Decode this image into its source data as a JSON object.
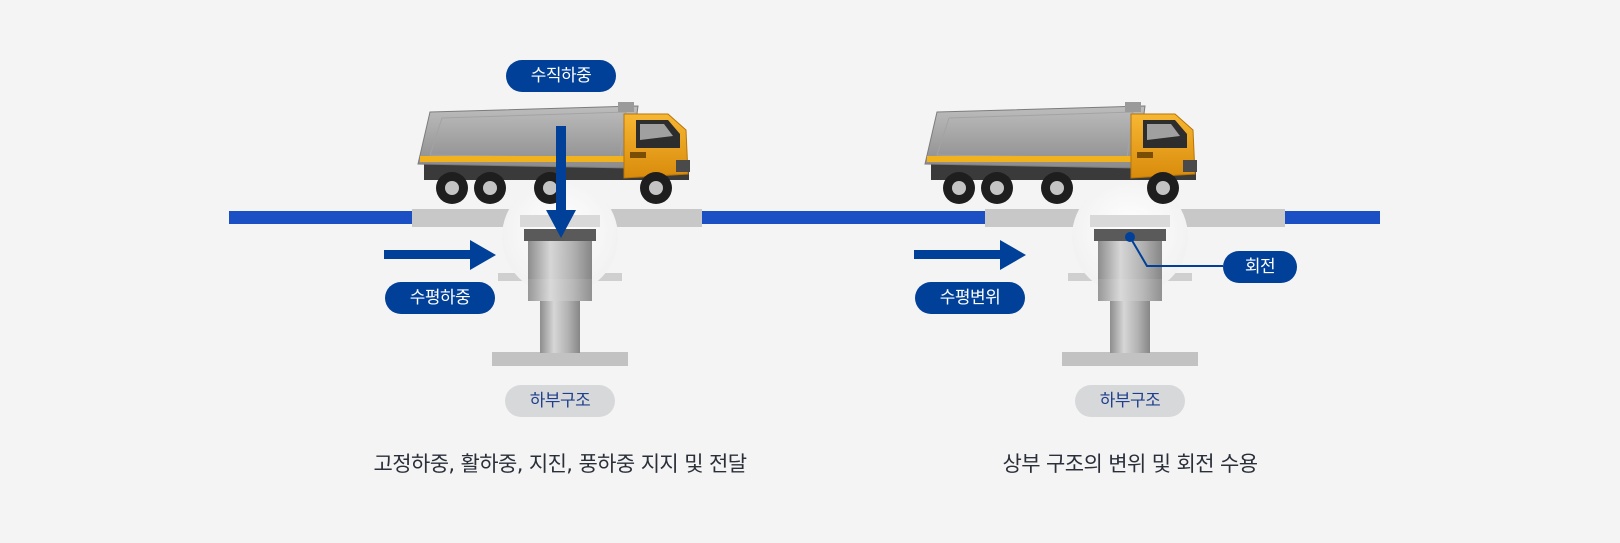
{
  "left_panel": {
    "vertical_load_label": "수직하중",
    "horizontal_load_label": "수평하중",
    "substructure_label": "하부구조",
    "caption": "고정하중, 활하중, 지진, 풍하중 지지 및 전달"
  },
  "right_panel": {
    "horizontal_displacement_label": "수평변위",
    "rotation_label": "회전",
    "substructure_label": "하부구조",
    "caption": "상부 구조의 변위 및 회전 수용"
  },
  "colors": {
    "brand_blue": "#004098",
    "deck_blue": "#1b4fc4",
    "truck_yellow": "#f0a71c",
    "concrete_gray": "#bcbcbc",
    "background": "#f4f4f4"
  }
}
